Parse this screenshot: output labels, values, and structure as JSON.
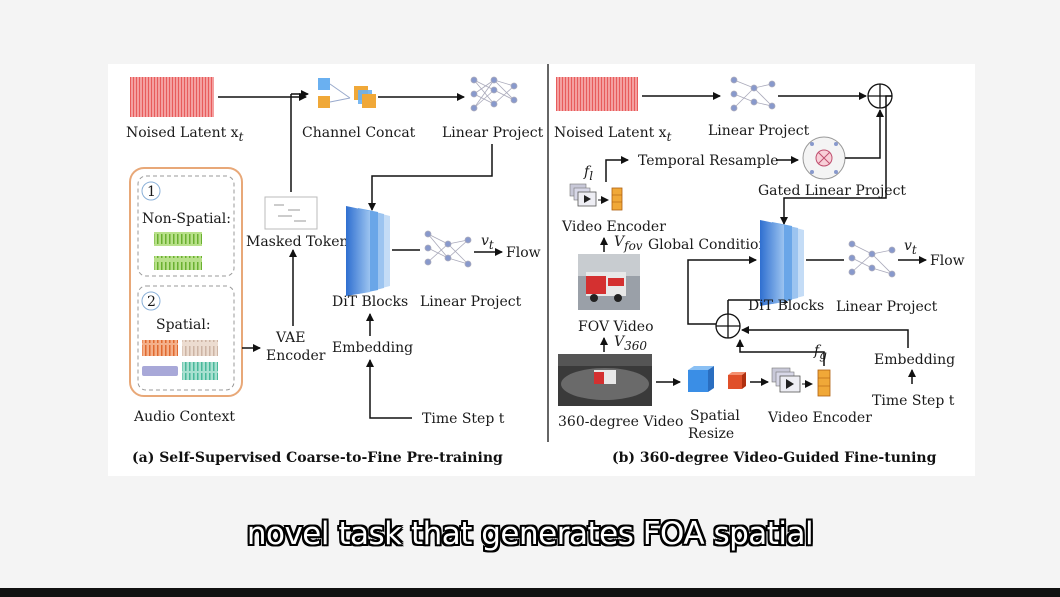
{
  "panel_a": {
    "noised_latent": "Noised Latent x",
    "noised_latent_sub": "t",
    "channel_concat": "Channel Concat",
    "linear_project_top": "Linear Project",
    "masked_token": "Masked Token",
    "dit_blocks": "DiT Blocks",
    "linear_project_out": "Linear Project",
    "vt": "v",
    "vt_sub": "t",
    "flow": "Flow",
    "non_spatial": "Non-Spatial:",
    "spatial": "Spatial:",
    "num1": "1",
    "num2": "2",
    "vae": "VAE",
    "encoder": "Encoder",
    "embedding": "Embedding",
    "audio_context": "Audio Context",
    "time_step": "Time Step t",
    "caption": "(a) Self-Supervised Coarse-to-Fine Pre-training"
  },
  "panel_b": {
    "noised_latent": "Noised Latent x",
    "noised_latent_sub": "t",
    "linear_project_top": "Linear Project",
    "fl": "f",
    "fl_sub": "l",
    "temporal_resample": "Temporal Resample",
    "gated_linear_project": "Gated Linear Project",
    "video_encoder_top": "Video Encoder",
    "vfov": "V",
    "vfov_sub": "fov",
    "global_condition": "Global Condition",
    "dit_blocks": "DiT Blocks",
    "linear_project_out": "Linear Project",
    "vt": "v",
    "vt_sub": "t",
    "flow": "Flow",
    "fov_video": "FOV Video",
    "v360": "V",
    "v360_sub": "360",
    "fg": "f",
    "fg_sub": "g",
    "embedding": "Embedding",
    "video_360": "360-degree Video",
    "spatial": "Spatial",
    "resize": "Resize",
    "video_encoder_bottom": "Video Encoder",
    "time_step": "Time Step t",
    "caption": "(b) 360-degree Video-Guided Fine-tuning"
  },
  "subtitle": "novel task that generates FOA spatial",
  "colors": {
    "noise": "#f07878",
    "dit": "#4a86d8",
    "context_border": "#e8a878",
    "token_orange": "#d98030",
    "cube_blue": "#3a8ee6",
    "cube_orange": "#e0502a"
  }
}
